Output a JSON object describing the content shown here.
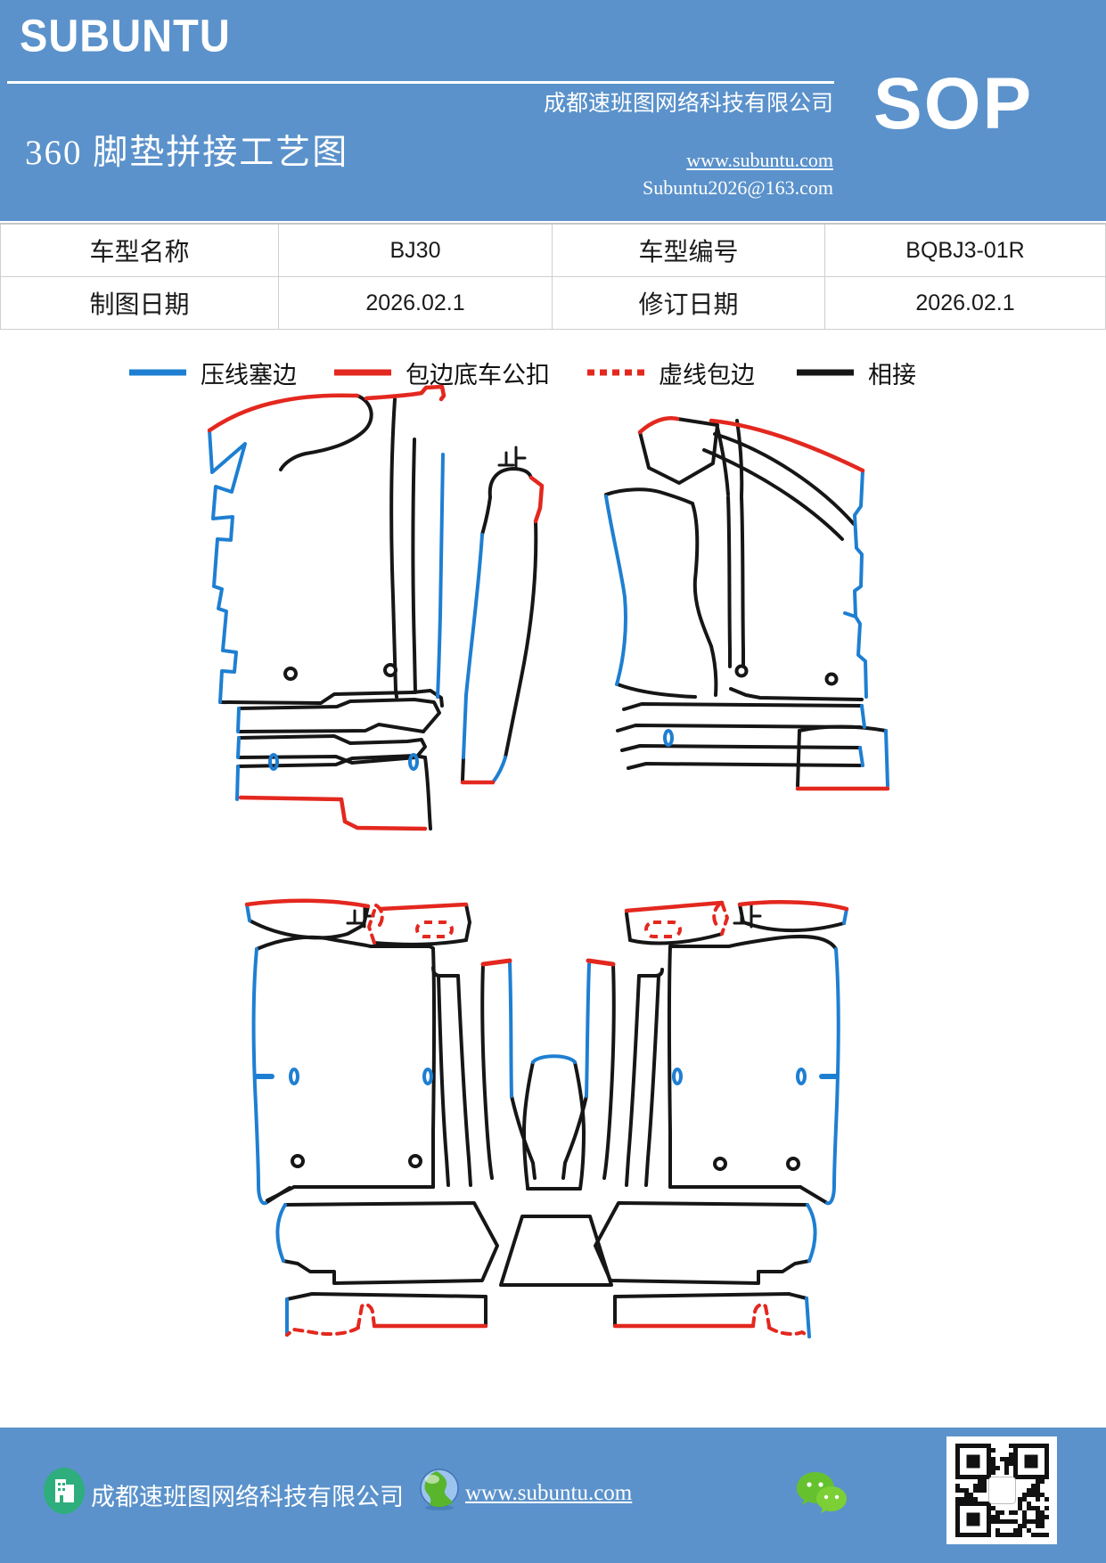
{
  "colors": {
    "header_bg": "#5b92cb",
    "footer_bg": "#5b92cb",
    "blue": "#1e7fd2",
    "red": "#e3281f",
    "black": "#161616",
    "table_border": "#cfcfcf",
    "qr_dark": "#111111",
    "wechat_green": "#65c22e",
    "building_green": "#2fae7d"
  },
  "header": {
    "brand": "SUBUNTU",
    "title": "360 脚垫拼接工艺图",
    "company": "成都速班图网络科技有限公司",
    "website": "www.subuntu.com",
    "email": "Subuntu2026@163.com",
    "badge": "SOP"
  },
  "info_table": {
    "model_name_label": "车型名称",
    "model_name": "BJ30",
    "model_code_label": "车型编号",
    "model_code": "BQBJ3-01R",
    "draw_date_label": "制图日期",
    "draw_date": "2026.02.1",
    "revise_date_label": "修订日期",
    "revise_date": "2026.02.1"
  },
  "legend": {
    "items": [
      {
        "label": "压线塞边",
        "color": "#1e7fd2",
        "style": "solid"
      },
      {
        "label": "包边底车公扣",
        "color": "#e3281f",
        "style": "solid"
      },
      {
        "label": "虚线包边",
        "color": "#e3281f",
        "style": "dashed"
      },
      {
        "label": "相接",
        "color": "#161616",
        "style": "solid"
      }
    ]
  },
  "footer": {
    "company": "成都速班图网络科技有限公司",
    "website": "www.subuntu.com"
  }
}
